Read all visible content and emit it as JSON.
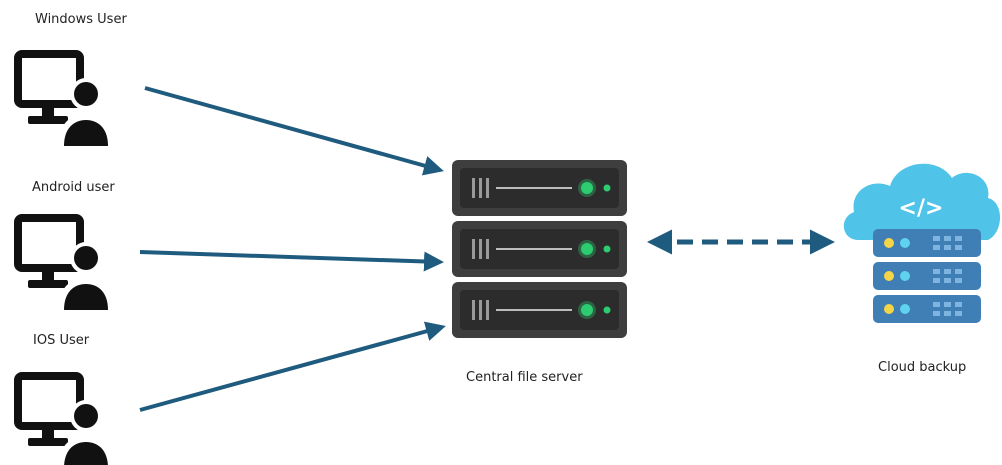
{
  "clients": [
    {
      "label": "Windows User",
      "icon": "computer-user-icon"
    },
    {
      "label": "Android user",
      "icon": "computer-user-icon"
    },
    {
      "label": "IOS User",
      "icon": "computer-user-icon"
    }
  ],
  "server": {
    "label": "Central file server",
    "icon": "server-rack-icon"
  },
  "cloud": {
    "label": "Cloud backup",
    "icon": "cloud-server-icon",
    "glyph": "</>"
  },
  "colors": {
    "arrow": "#1f5b7e",
    "icon_dark": "#111111",
    "server_body": "#3e3e3e",
    "server_panel": "#2c2c2c",
    "server_led": "#2ecc71",
    "cloud": "#4fc3e8",
    "cloud_rack": "#3f7fb5",
    "led_yellow": "#f5d547",
    "led_cyan": "#5fd3ee"
  }
}
